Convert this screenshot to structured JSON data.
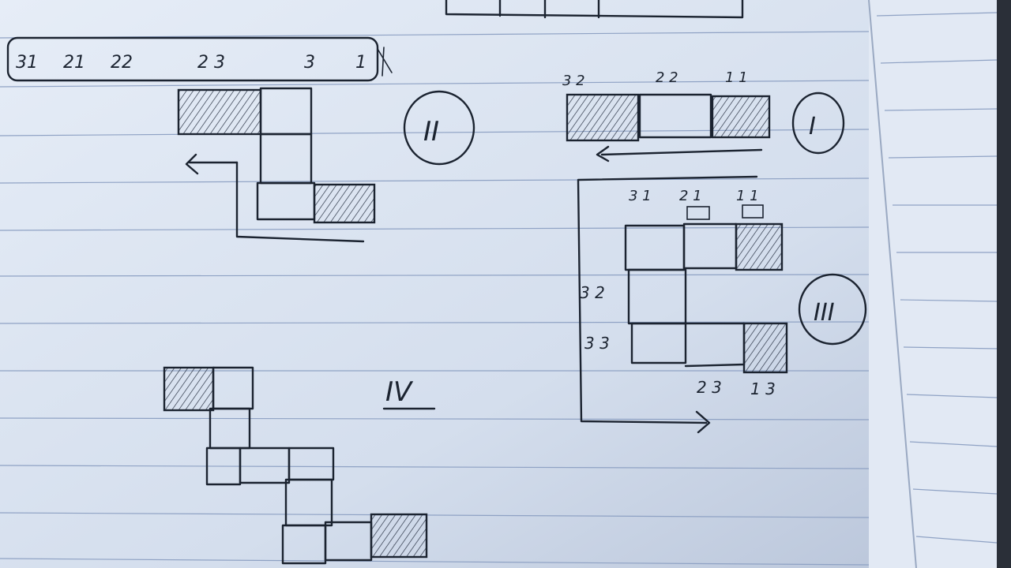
{
  "image": {
    "subject": "hand-drawn notebook sketches of tile/box layouts with index labels",
    "page_color": "#dde6f3",
    "ink_color": "#1b2330",
    "rule_line_color": "#8fa2c4"
  },
  "sketches": {
    "top_label_row": [
      "31",
      "21",
      "22",
      "2 3",
      "3",
      "1"
    ],
    "roman_II": "II",
    "roman_I": "I",
    "roman_III": "III",
    "roman_IV": "IV",
    "row_I_labels": [
      "3 2",
      "2 2",
      "1 1"
    ],
    "grid_III_top_labels": [
      "3 1",
      "2 1",
      "1 1"
    ],
    "grid_III_left_labels": [
      "3 2",
      "3 3"
    ],
    "grid_III_bottom_labels": [
      "2 3",
      "1 3"
    ]
  }
}
